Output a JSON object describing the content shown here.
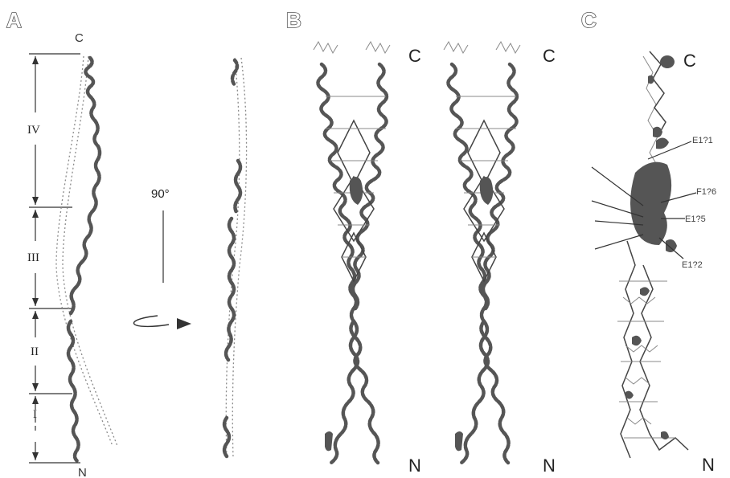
{
  "panels": {
    "a": {
      "letter": "A",
      "top_label": "C",
      "bottom_label": "N",
      "segments": [
        "IV",
        "III",
        "II",
        "I"
      ],
      "rotation_label": "90°"
    },
    "b": {
      "letter": "B",
      "left_top": "C",
      "right_top": "C",
      "left_bottom": "N",
      "right_bottom": "N"
    },
    "c": {
      "letter": "C",
      "top_label": "C",
      "bottom_label": "N",
      "residues": [
        "E1?1",
        "F1?6",
        "E1?5",
        "E1?2"
      ]
    }
  }
}
